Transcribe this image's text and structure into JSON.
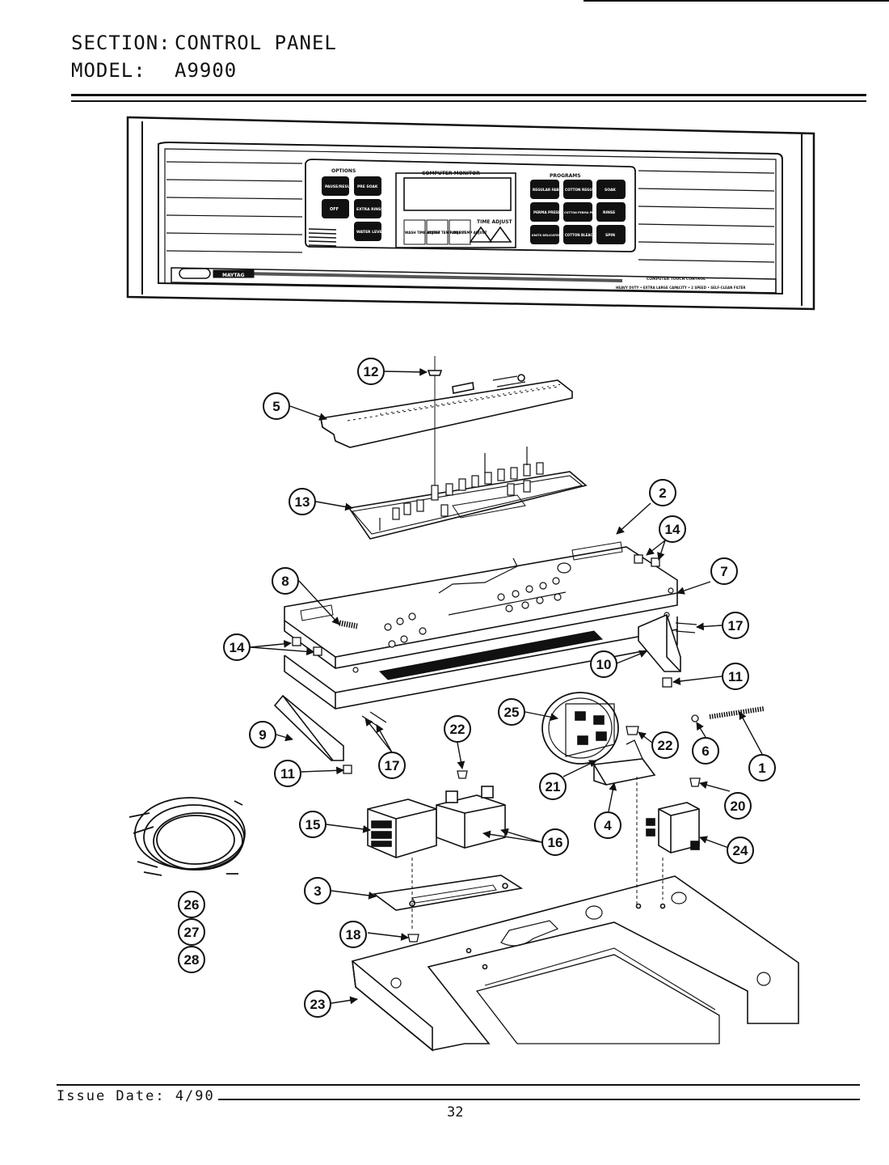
{
  "header": {
    "section_label": "SECTION:",
    "section_value": "CONTROL PANEL",
    "model_label": "MODEL:",
    "model_value": "A9900"
  },
  "panel": {
    "options_title": "OPTIONS",
    "options_buttons": [
      "PAUSE/RESUME",
      "PRE SOAK",
      "EXTRA RINSE",
      "OFF",
      "WATER LEVEL"
    ],
    "monitor_title": "COMPUTER MONITOR",
    "monitor_buttons": [
      "WASH TIME ADJUST",
      "WATER TEMP ADJUST",
      "RINSE TEMP ADJUST"
    ],
    "time_adjust": "TIME ADJUST",
    "programs_title": "PROGRAMS",
    "program_buttons": [
      "REGULAR FABRICS",
      "COTTON REGULAR",
      "SOAK",
      "PERMA PRESS",
      "COTTON PERMA PRESS",
      "RINSE",
      "KNITS DELICATES",
      "COTTON BLEACH",
      "SPIN"
    ],
    "brand": "MAYTAG",
    "tagline1": "COMPUTER TOUCH CONTROL",
    "tagline2": "HEAVY DUTY • EXTRA LARGE CAPACITY • 2 SPEED • SELF-CLEAN FILTER"
  },
  "callouts": [
    "12",
    "5",
    "13",
    "2",
    "14",
    "8",
    "7",
    "14",
    "17",
    "10",
    "11",
    "25",
    "22",
    "6",
    "1",
    "9",
    "17",
    "22",
    "21",
    "11",
    "20",
    "4",
    "15",
    "16",
    "24",
    "3",
    "26",
    "27",
    "28",
    "18",
    "23"
  ],
  "footer": {
    "issue_date": "Issue Date: 4/90",
    "page_number": "32"
  }
}
